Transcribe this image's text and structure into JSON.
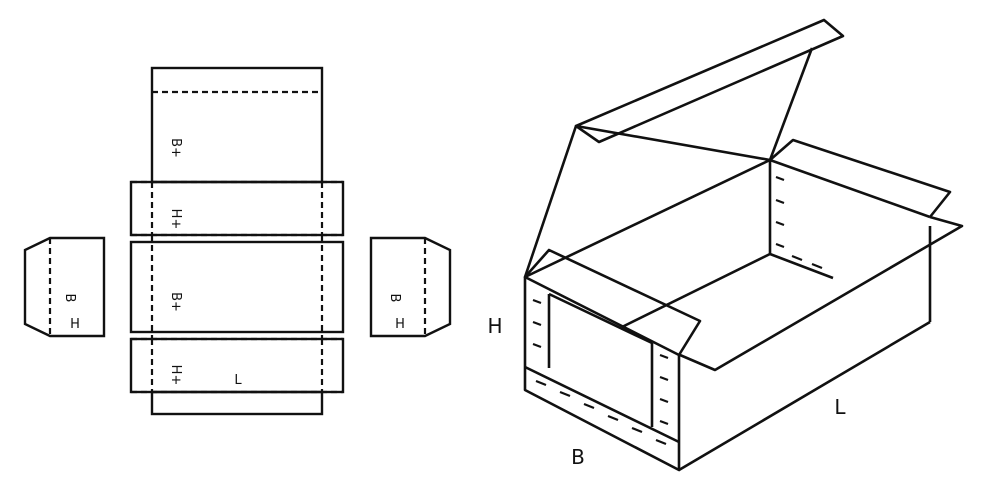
{
  "blank": {
    "center_top_flap": "B+",
    "center_upper_side": "H+",
    "center_bottom_panel": "B+",
    "center_lower_side": "H+",
    "center_length": "L",
    "left_end_width": "B",
    "left_end_height": "H",
    "right_end_width": "B",
    "right_end_height": "H"
  },
  "box": {
    "height": "H",
    "width": "B",
    "length": "L"
  }
}
